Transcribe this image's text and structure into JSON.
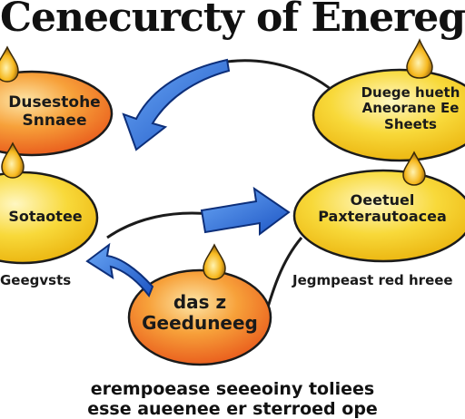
{
  "diagram": {
    "title": "Cenecurcty of Eneregis",
    "colors": {
      "orange": "#f47b26",
      "yellow": "#f5c518",
      "arrow_blue": "#2f6fd8",
      "outline": "#1b1b1b"
    },
    "nodes": [
      {
        "id": "top-left",
        "label_lines": [
          "Dusestohe",
          "Snnaee"
        ],
        "fill": "orange"
      },
      {
        "id": "mid-left",
        "label_lines": [
          "Sotaotee"
        ],
        "fill": "yellow"
      },
      {
        "id": "top-right",
        "label_lines": [
          "Duege hueth",
          "Aneorane Ee",
          "Sheets"
        ],
        "fill": "yellow"
      },
      {
        "id": "mid-right",
        "label_lines": [
          "Oeetuel",
          "Paxterautoacea"
        ],
        "fill": "yellow"
      },
      {
        "id": "bottom",
        "label_lines": [
          "das z",
          "Geeduneeg"
        ],
        "fill": "orange"
      }
    ],
    "notes": {
      "left": "Geegvsts",
      "right": "Jegmpeast red hreee"
    },
    "footer": {
      "line1": "erempoease seeeoiny toliees",
      "line2": "esse aueenee er sterroed ope"
    },
    "icons": [
      "flame-icon",
      "arrow-icon"
    ]
  }
}
